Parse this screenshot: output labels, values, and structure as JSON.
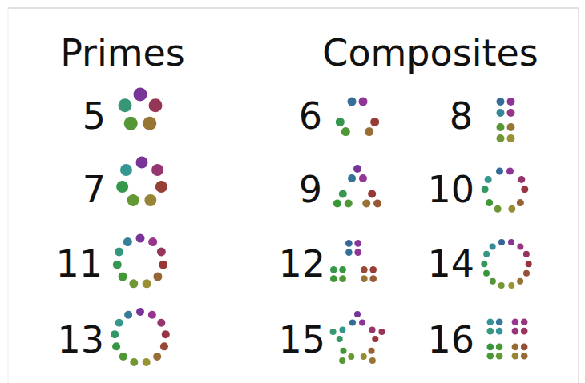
{
  "diagram": {
    "labels": [
      "Primes",
      "Composites",
      "5",
      "6",
      "8",
      "7",
      "9",
      "10",
      "11",
      "12",
      "14",
      "13",
      "15",
      "16"
    ]
  }
}
